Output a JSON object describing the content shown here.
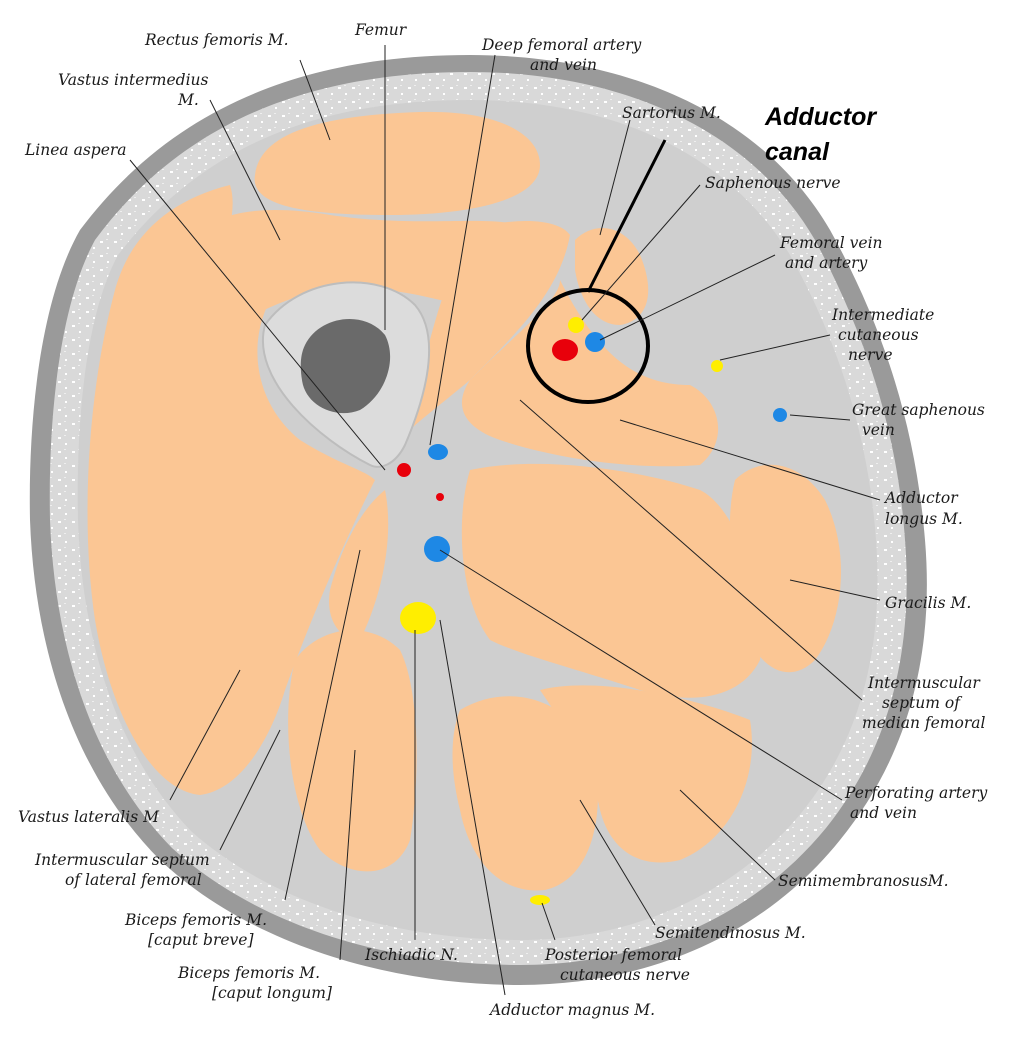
{
  "diagram": {
    "highlight_title": [
      "Adductor",
      "canal"
    ],
    "labels": {
      "rectus_femoris": [
        "Rectus femoris M."
      ],
      "femur": [
        "Femur"
      ],
      "deep_femoral": [
        "Deep femoral artery",
        "and vein"
      ],
      "vastus_intermedius": [
        "Vastus intermedius",
        "M."
      ],
      "linea_aspera": [
        "Linea aspera"
      ],
      "sartorius": [
        "Sartorius M."
      ],
      "saphenous_nerve": [
        "Saphenous nerve"
      ],
      "femoral_vein_artery": [
        "Femoral vein",
        "and artery"
      ],
      "intermediate_cutaneous": [
        "Intermediate",
        "cutaneous",
        "nerve"
      ],
      "great_saphenous": [
        "Great saphenous",
        "vein"
      ],
      "adductor_longus": [
        "Adductor",
        "longus M."
      ],
      "gracilis": [
        "Gracilis M."
      ],
      "intermuscular_median": [
        "Intermuscular",
        "septum of",
        "median femoral"
      ],
      "perforating": [
        "Perforating artery",
        "and vein"
      ],
      "semimembranosus": [
        "SemimembranosusM."
      ],
      "semitendinosus": [
        "Semitendinosus M."
      ],
      "posterior_femoral_cutaneous": [
        "Posterior femoral",
        "cutaneous nerve"
      ],
      "adductor_magnus": [
        "Adductor magnus M."
      ],
      "ischiadic": [
        "Ischiadic N."
      ],
      "biceps_longum": [
        "Biceps femoris M.",
        "[caput longum]"
      ],
      "biceps_breve": [
        "Biceps femoris M.",
        "[caput breve]"
      ],
      "intermuscular_lateral": [
        "Intermuscular septum",
        "of lateral femoral"
      ],
      "vastus_lateralis": [
        "Vastus lateralis M"
      ]
    },
    "colors": {
      "muscle": "#fbc694",
      "fascia": "#d6d6d6",
      "skin_edge": "#9a9a9a",
      "bone_marrow": "#6a6a6a",
      "artery": "#e8000b",
      "vein": "#1e88e5",
      "nerve": "#ffee00",
      "circle": "#000000"
    }
  }
}
